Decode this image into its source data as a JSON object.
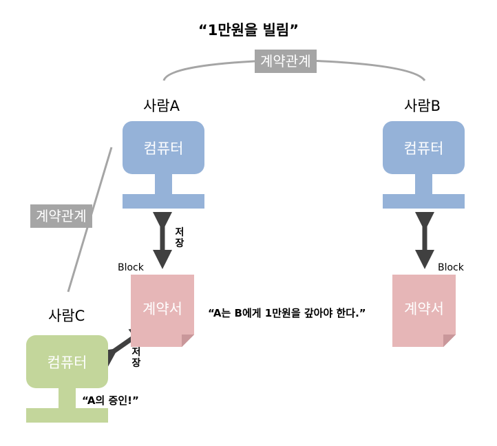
{
  "title": "“1만원을 빌림”",
  "relation_top": "계약관계",
  "relation_left": "계약관계",
  "person_a": {
    "label": "사람A",
    "computer": "컴퓨터"
  },
  "person_b": {
    "label": "사람B",
    "computer": "컴퓨터"
  },
  "person_c": {
    "label": "사람C",
    "computer": "컴퓨터"
  },
  "doc_a": {
    "label": "계약서",
    "block": "Block",
    "store_1": "저",
    "store_2": "장"
  },
  "doc_b": {
    "label": "계약서",
    "block": "Block"
  },
  "store_c": {
    "c1": "저",
    "c2": "장"
  },
  "contract_quote": "“A는 B에게 1만원을 갚아야 한다.”",
  "witness_quote": "“A의 증인!”",
  "colors": {
    "computer_ab": "#95b2d8",
    "computer_c": "#c3d69b",
    "document": "#e6b6b7",
    "tag": "#a5a5a5",
    "arrow": "#404040"
  }
}
